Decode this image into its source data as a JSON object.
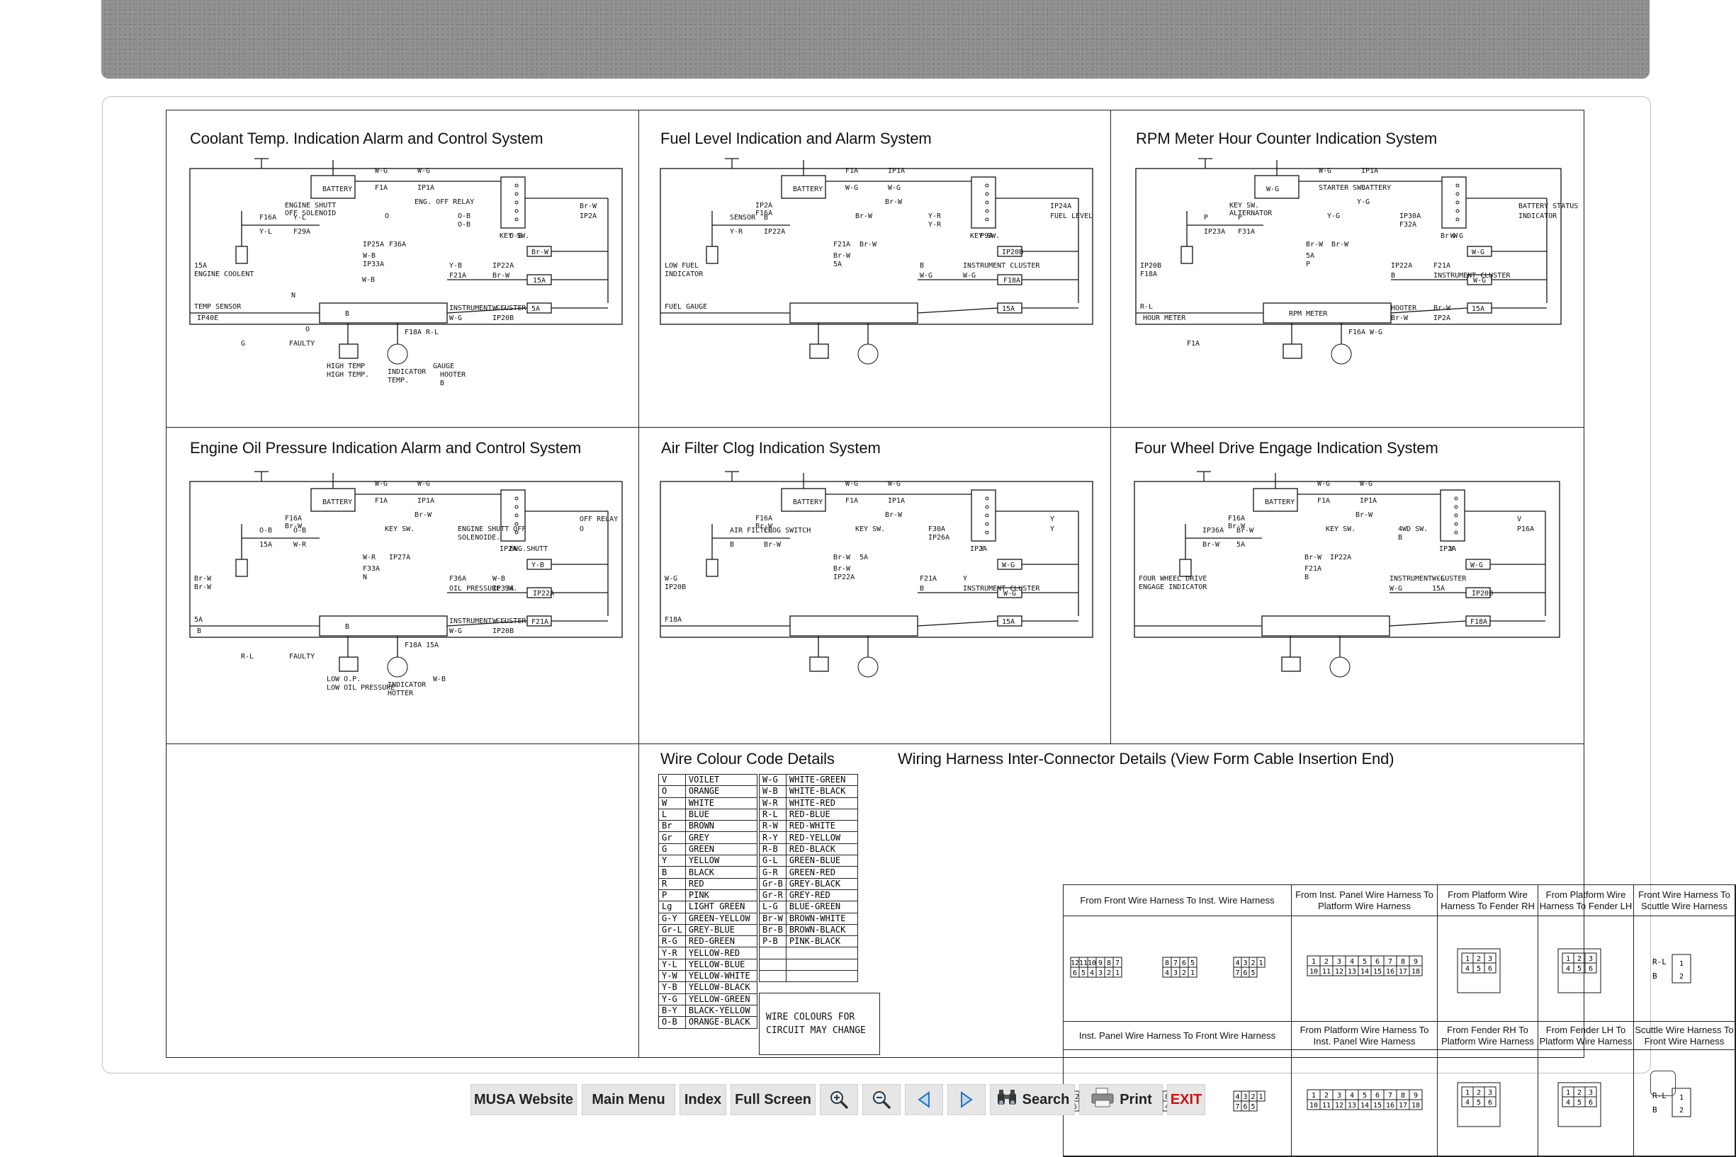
{
  "panels": {
    "coolant": {
      "title": "Coolant Temp. Indication Alarm and Control System",
      "labels": [
        "BATTERY",
        "W-G",
        "W-G",
        "F1A",
        "IP1A",
        "KEY SW.",
        "ENGINE SHUTT",
        "OFF SOLENOID",
        "ENG. OFF RELAY",
        "O",
        "O-B",
        "O-B",
        "O-B",
        "Br-W",
        "IP2A",
        "F16A",
        "Y-L",
        "Y-L",
        "F29A",
        "IP25A",
        "F36A",
        "W-B",
        "IP33A",
        "Y-B",
        "IP22A",
        "F21A",
        "Br-W",
        "Br-W",
        "15A",
        "5A",
        "15A",
        "ENGINE COOLENT",
        "TEMP SENSOR",
        "IP40E",
        "B",
        "INSTRUMENT CLUSTER",
        "W-G",
        "W-G",
        "IP20B",
        "F18A",
        "R-L",
        "G",
        "FAULTY",
        "HIGH TEMP",
        "HIGH TEMP.",
        "INDICATOR",
        "TEMP.",
        "GAUGE",
        "HOOTER",
        "B",
        "N",
        "O",
        "W-B"
      ]
    },
    "fuel": {
      "title": "Fuel Level Indication and Alarm System",
      "labels": [
        "BATTERY",
        "F1A",
        "IP1A",
        "W-G",
        "W-G",
        "KEY SW.",
        "IP2A",
        "F16A",
        "Br-W",
        "Br-W",
        "Y-R",
        "Y-R",
        "P9A",
        "IP24A",
        "FUEL LEVEL",
        "SENSOR",
        "B",
        "Y-R",
        "IP22A",
        "F21A",
        "Br-W",
        "Br-W",
        "5A",
        "B",
        "INSTRUMENT CLUSTER",
        "W-G",
        "W-G",
        "IP20B",
        "F18A",
        "15A",
        "LOW FUEL",
        "INDICATOR",
        "FUEL GAUGE"
      ]
    },
    "rpm": {
      "title": "RPM Meter Hour Counter Indication System",
      "labels": [
        "W-G",
        "W-G",
        "IP1A",
        "STARTER SW.",
        "BATTERY",
        "Br-W",
        "KEY SW.",
        "ALTERNATOR",
        "Y-G",
        "Y-G",
        "IP30A",
        "F32A",
        "W-G",
        "BATTERY STATUS",
        "INDICATOR",
        "P",
        "P",
        "IP23A",
        "F31A",
        "Br-W",
        "Br-W",
        "5A",
        "P",
        "IP22A",
        "F21A",
        "B",
        "INSTRUMENT CLUSTER",
        "W-G",
        "W-G",
        "15A",
        "IP20B",
        "F18A",
        "R-L",
        "HOUR METER",
        "RPM METER",
        "HOOTER",
        "Br-W",
        "Br-W",
        "IP2A",
        "F16A",
        "W-G",
        "F1A"
      ]
    },
    "oil": {
      "title": "Engine Oil Pressure Indication Alarm and Control System",
      "labels": [
        "BATTERY",
        "W-G",
        "W-G",
        "F1A",
        "IP1A",
        "IP2A",
        "F16A",
        "Br-W",
        "Br-W",
        "KEY SW.",
        "ENGINE SHUTT OFF",
        "SOLENOIDE.",
        "ENG.SHUTT",
        "OFF RELAY",
        "O",
        "O-B",
        "O-B",
        "15A",
        "W-R",
        "W-R",
        "IP27A",
        "F33A",
        "N",
        "F36A",
        "W-B",
        "OIL PRESSURE SW.",
        "IP33A",
        "Y-B",
        "IP22A",
        "F21A",
        "Br-W",
        "Br-W",
        "5A",
        "B",
        "B",
        "INSTRUMENT CLUSTER",
        "W-G",
        "W-G",
        "IP20B",
        "F18A",
        "15A",
        "R-L",
        "FAULTY",
        "LOW O.P.",
        "LOW OIL PRESSURE",
        "INDICATOR",
        "HOTTER",
        "W-B"
      ]
    },
    "air": {
      "title": "Air Filter Clog Indication System",
      "labels": [
        "BATTERY",
        "W-G",
        "W-G",
        "F1A",
        "IP1A",
        "IP2A",
        "F16A",
        "Br-W",
        "Br-W",
        "KEY SW.",
        "F30A",
        "IP26A",
        "Y",
        "Y",
        "Y",
        "AIR FILTER",
        "CLOG SWITCH",
        "B",
        "Br-W",
        "Br-W",
        "5A",
        "Br-W",
        "IP22A",
        "F21A",
        "Y",
        "B",
        "INSTRUMENT CLUSTER",
        "W-G",
        "W-G",
        "15A",
        "W-G",
        "IP20B",
        "F18A"
      ]
    },
    "fourwd": {
      "title": "Four Wheel Drive Engage Indication System",
      "labels": [
        "BATTERY",
        "W-G",
        "W-G",
        "F1A",
        "IP1A",
        "IP2A",
        "F16A",
        "Br-W",
        "Br-W",
        "KEY SW.",
        "4WD SW.",
        "B",
        "V",
        "V",
        "P16A",
        "IP36A",
        "Br-W",
        "Br-W",
        "5A",
        "Br-W",
        "IP22A",
        "F21A",
        "B",
        "INSTRUMENT CLUSTER",
        "W-G",
        "W-G",
        "15A",
        "W-G",
        "IP20B",
        "F18A",
        "FOUR WHEEL DRIVE",
        "ENGAGE INDICATOR"
      ]
    }
  },
  "colour_codes": {
    "title": "Wire Colour Code Details",
    "left": [
      [
        "V",
        "VOILET"
      ],
      [
        "O",
        "ORANGE"
      ],
      [
        "W",
        "WHITE"
      ],
      [
        "L",
        "BLUE"
      ],
      [
        "Br",
        "BROWN"
      ],
      [
        "Gr",
        "GREY"
      ],
      [
        "G",
        "GREEN"
      ],
      [
        "Y",
        "YELLOW"
      ],
      [
        "B",
        "BLACK"
      ],
      [
        "R",
        "RED"
      ],
      [
        "P",
        "PINK"
      ],
      [
        "Lg",
        "LIGHT GREEN"
      ],
      [
        "G-Y",
        "GREEN-YELLOW"
      ],
      [
        "Gr-L",
        "GREY-BLUE"
      ],
      [
        "R-G",
        "RED-GREEN"
      ],
      [
        "Y-R",
        "YELLOW-RED"
      ],
      [
        "Y-L",
        "YELLOW-BLUE"
      ],
      [
        "Y-W",
        "YELLOW-WHITE"
      ],
      [
        "Y-B",
        "YELLOW-BLACK"
      ],
      [
        "Y-G",
        "YELLOW-GREEN"
      ],
      [
        "B-Y",
        "BLACK-YELLOW"
      ],
      [
        "O-B",
        "ORANGE-BLACK"
      ]
    ],
    "right": [
      [
        "W-G",
        "WHITE-GREEN"
      ],
      [
        "W-B",
        "WHITE-BLACK"
      ],
      [
        "W-R",
        "WHITE-RED"
      ],
      [
        "R-L",
        "RED-BLUE"
      ],
      [
        "R-W",
        "RED-WHITE"
      ],
      [
        "R-Y",
        "RED-YELLOW"
      ],
      [
        "R-B",
        "RED-BLACK"
      ],
      [
        "G-L",
        "GREEN-BLUE"
      ],
      [
        "G-R",
        "GREEN-RED"
      ],
      [
        "Gr-B",
        "GREY-BLACK"
      ],
      [
        "Gr-R",
        "GREY-RED"
      ],
      [
        "L-G",
        "BLUE-GREEN"
      ],
      [
        "Br-W",
        "BROWN-WHITE"
      ],
      [
        "Br-B",
        "BROWN-BLACK"
      ],
      [
        "P-B",
        "PINK-BLACK"
      ],
      [
        "",
        ""
      ],
      [
        "",
        ""
      ],
      [
        "",
        ""
      ]
    ],
    "note": [
      "WIRE COLOURS FOR",
      "CIRCUIT MAY CHANGE"
    ]
  },
  "connectors": {
    "title": "Wiring Harness Inter-Connector Details (View Form Cable Insertion End)",
    "headers_top": [
      "From Front Wire Harness To Inst. Wire Harness",
      "From Inst. Panel Wire Harness To Platform Wire Harness",
      "From Platform Wire Harness To Fender RH",
      "From Platform Wire Harness To Fender LH",
      "Front Wire Harness To Scuttle Wire Harness"
    ],
    "headers_bottom": [
      "Inst. Panel Wire Harness To Front Wire Harness",
      "From Platform Wire Harness To Inst. Panel Wire Harness",
      "From Fender RH To Platform Wire Harness",
      "From Fender LH To Platform Wire Harness",
      "Scuttle Wire Harness To Front Wire Harness"
    ],
    "pins_a": [
      "12",
      "11",
      "10",
      "9",
      "8",
      "7",
      "6",
      "5",
      "4",
      "3",
      "2",
      "1"
    ],
    "pins_b": [
      "8",
      "7",
      "6",
      "5",
      "4",
      "3",
      "2",
      "1"
    ],
    "pins_c": [
      "4",
      "3",
      "2",
      "1",
      "7",
      "6",
      "5"
    ],
    "pins_d": [
      "1",
      "2",
      "3",
      "4",
      "5",
      "6",
      "7",
      "8",
      "9",
      "10",
      "11",
      "12",
      "13",
      "14",
      "15",
      "16",
      "17",
      "18"
    ],
    "pins_six": [
      "1",
      "2",
      "3",
      "4",
      "5",
      "6"
    ],
    "pins_two": [
      "1",
      "2"
    ],
    "wire_labels": [
      "R-L",
      "B"
    ]
  },
  "toolbar": {
    "musa": "MUSA Website",
    "main_menu": "Main Menu",
    "index": "Index",
    "full_screen": "Full Screen",
    "search": "Search",
    "print": "Print",
    "exit": "EXIT"
  }
}
